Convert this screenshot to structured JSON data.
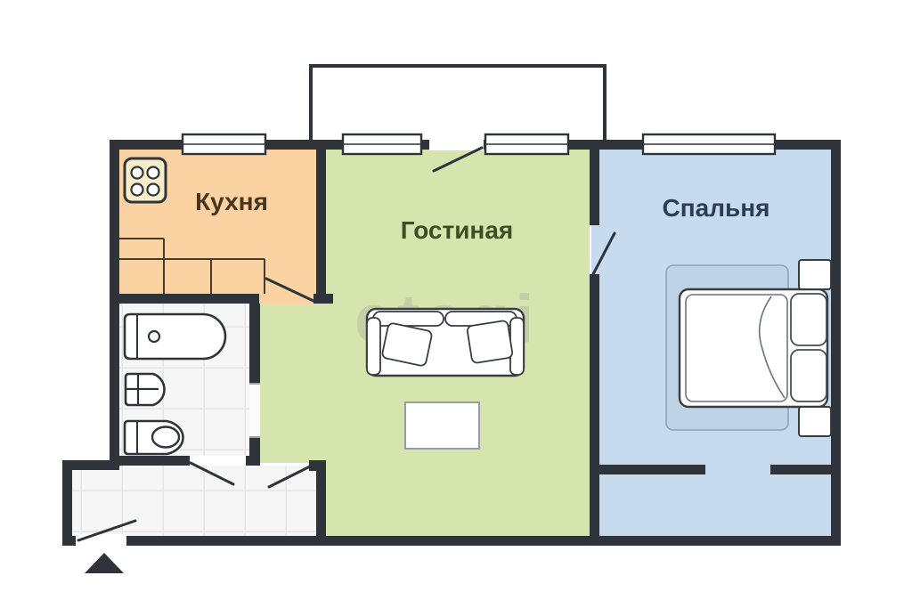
{
  "plan": {
    "title": "2-room apartment floor plan",
    "watermark": "etagi",
    "colors": {
      "wall": "#2f343a",
      "kitchen": "#fbd2a2",
      "living": "#d6e4ad",
      "bedroom": "#c7dbee",
      "tile_floor": "#f6f6f7",
      "tile_line": "#e6e6e9",
      "kitchen_label": "#4a3520",
      "living_label": "#3e4d25",
      "bedroom_label": "#2b3c55",
      "furniture_outline": "#383d44",
      "rug_fill": "#c0d3e6",
      "rug_line": "#8fa3b8"
    },
    "rooms": [
      {
        "id": "kitchen",
        "label": "Кухня"
      },
      {
        "id": "living-room",
        "label": "Гостиная"
      },
      {
        "id": "bedroom",
        "label": "Спальня"
      }
    ],
    "fixtures": [
      "stove-icon",
      "kitchen-counter",
      "bathtub-icon",
      "sink-icon",
      "toilet-icon",
      "sofa-icon",
      "coffee-table-icon",
      "bed-icon",
      "pillow-icon",
      "nightstand-icon",
      "rug-icon",
      "entrance-arrow-icon",
      "balcony-outline",
      "window",
      "door-swing"
    ]
  }
}
